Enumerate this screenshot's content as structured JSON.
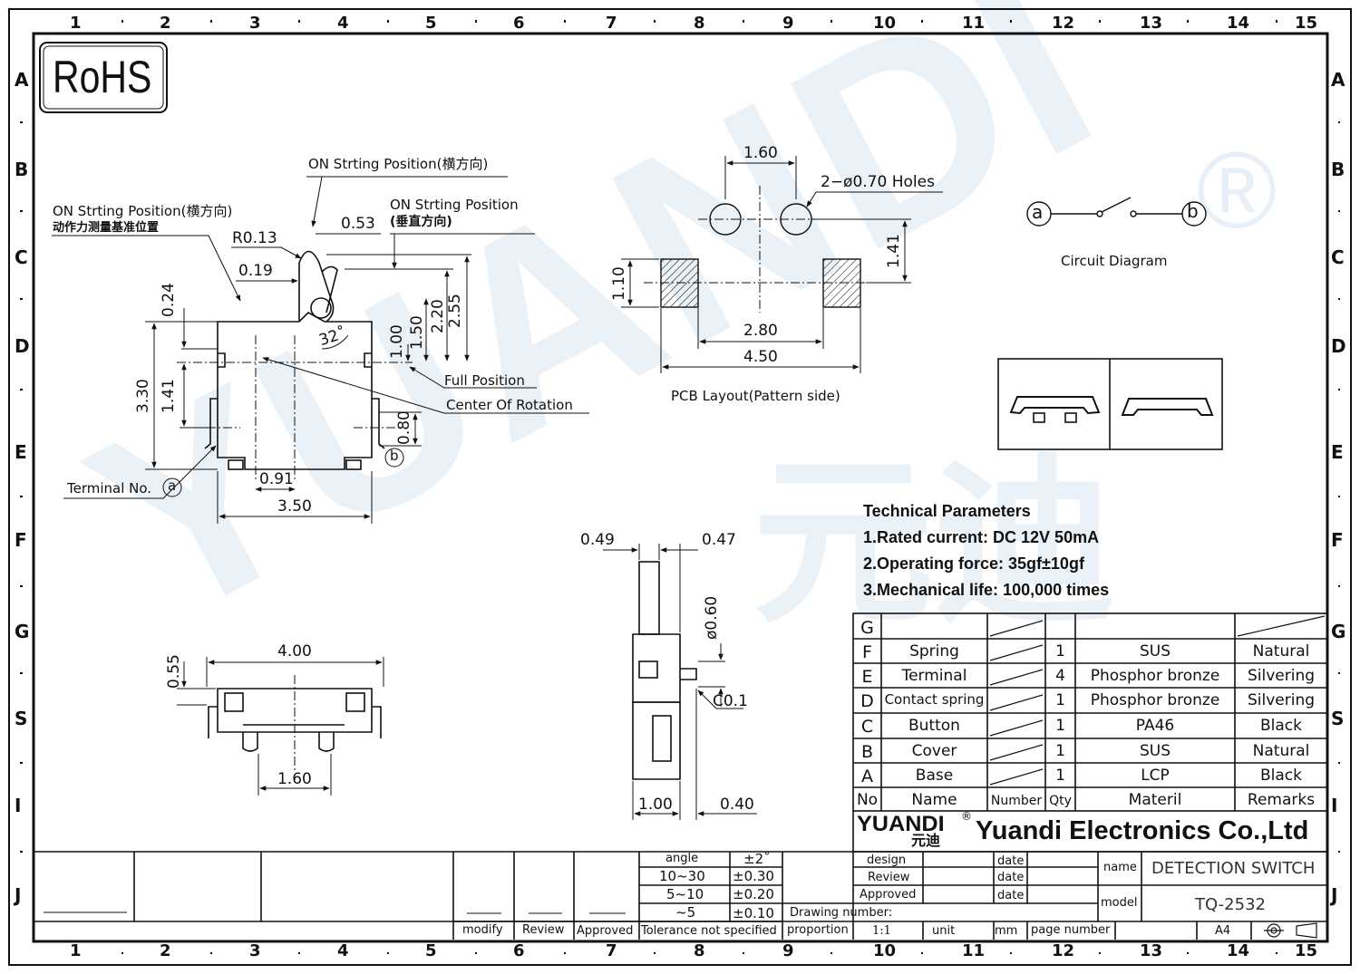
{
  "border": {
    "columns": [
      "1",
      "2",
      "3",
      "4",
      "5",
      "6",
      "7",
      "8",
      "9",
      "10",
      "11",
      "12",
      "13",
      "14",
      "15"
    ],
    "rows": [
      "A",
      "B",
      "C",
      "D",
      "E",
      "F",
      "G",
      "S",
      "I",
      "J"
    ]
  },
  "rohs": "RoHS",
  "watermark": {
    "text": "YUANDI",
    "registered": "®",
    "cn": "元迪"
  },
  "side_view": {
    "on_pos_h_top": "ON  Strting  Position(横方向)",
    "on_pos_h_left": "ON  Strting  Position(横方向)",
    "on_pos_cn": "动作力测量基准位置",
    "on_pos_v": "ON  Strting  Position",
    "on_pos_v_cn": "(垂直方向)",
    "r013": "R0.13",
    "d053": "0.53",
    "d019": "0.19",
    "d024": "0.24",
    "d255": "2.55",
    "d220": "2.20",
    "d150": "1.50",
    "d100": "1.00",
    "angle": "32˚",
    "d330": "3.30",
    "d141": "1.41",
    "full_pos": "Full  Position",
    "center_rot": "Center  Of  Rotation",
    "d080": "0.80",
    "term_b": "b",
    "d091": "0.91",
    "d350": "3.50",
    "terminal": "Terminal  No.",
    "term_a": "a"
  },
  "pcb": {
    "d160": "1.60",
    "holes": "2−ø0.70  Holes",
    "d141": "1.41",
    "d110": "1.10",
    "d280": "2.80",
    "d450": "4.50",
    "caption": "PCB  Layout(Pattern  side)"
  },
  "circuit": {
    "a": "a",
    "b": "b",
    "caption": "Circuit  Diagram"
  },
  "front_view": {
    "d400": "4.00",
    "d055": "0.55",
    "d160": "1.60"
  },
  "end_view": {
    "d049": "0.49",
    "d047": "0.47",
    "d060": "ø0.60",
    "c01": "C0.1",
    "d100": "1.00",
    "d040": "0.40"
  },
  "tech_params": {
    "title": "Technical Parameters",
    "items": [
      "1.Rated current: DC 12V 50mA",
      "2.Operating force: 35gf±10gf",
      "3.Mechanical life: 100,000 times"
    ]
  },
  "bom": {
    "rows": [
      {
        "no": "G",
        "name": "",
        "qty": "",
        "material": "",
        "remarks": ""
      },
      {
        "no": "F",
        "name": "Spring",
        "qty": "1",
        "material": "SUS",
        "remarks": "Natural"
      },
      {
        "no": "E",
        "name": "Terminal",
        "qty": "4",
        "material": "Phosphor bronze",
        "remarks": "Silvering"
      },
      {
        "no": "D",
        "name": "Contact spring",
        "qty": "1",
        "material": "Phosphor bronze",
        "remarks": "Silvering"
      },
      {
        "no": "C",
        "name": "Button",
        "qty": "1",
        "material": "PA46",
        "remarks": "Black"
      },
      {
        "no": "B",
        "name": "Cover",
        "qty": "1",
        "material": "SUS",
        "remarks": "Natural"
      },
      {
        "no": "A",
        "name": "Base",
        "qty": "1",
        "material": "LCP",
        "remarks": "Black"
      }
    ],
    "header": {
      "no": "No",
      "name": "Name",
      "number": "Number",
      "qty": "Qty",
      "material": "Materil",
      "remarks": "Remarks"
    }
  },
  "title_block": {
    "logo": "YUANDI",
    "logo_cn": "元迪",
    "reg": "®",
    "company": "Yuandi Electronics Co.,Ltd",
    "design": "design",
    "review": "Review",
    "approved": "Approved",
    "date": "date",
    "name_lbl": "name",
    "name_val": "DETECTION SWITCH",
    "model_lbl": "model",
    "model_val": "TQ-2532",
    "drawing_number": "Drawing number:",
    "proportion": "proportion",
    "scale": "1:1",
    "unit": "unit",
    "mm": "mm",
    "page_number": "page number",
    "size": "A4"
  },
  "tolerance": {
    "angle": "angle",
    "angle_tol": "±2˚",
    "r1": "10~30",
    "r1_tol": "±0.30",
    "r2": "5~10",
    "r2_tol": "±0.20",
    "r3": "~5",
    "r3_tol": "±0.10",
    "caption": "Tolerance not specified",
    "modify": "modify",
    "review": "Review",
    "approved": "Approved"
  }
}
